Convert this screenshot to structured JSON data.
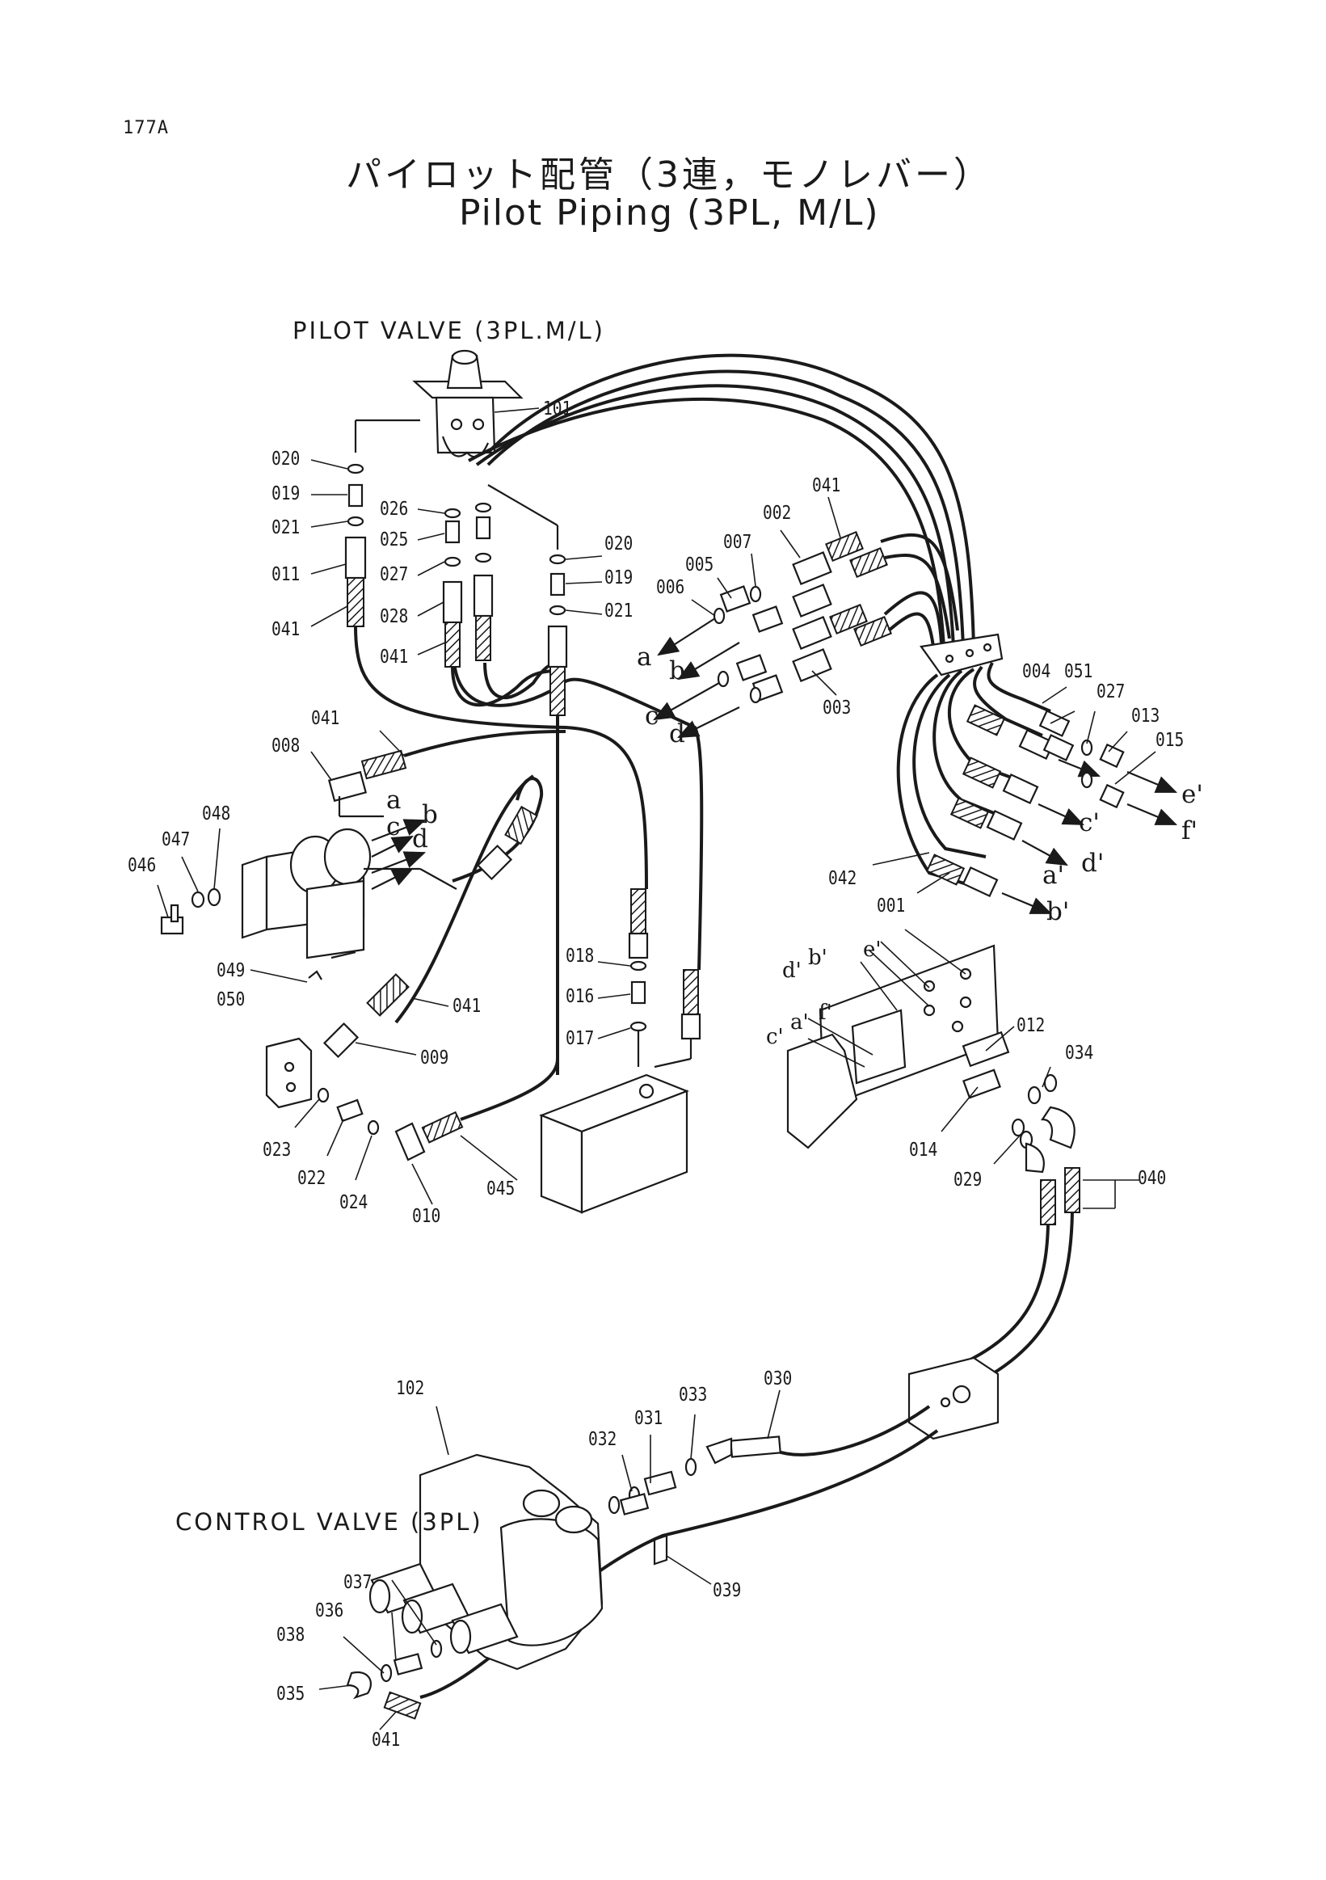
{
  "page_number": "177A",
  "title_ja": "パイロット配管（3連，モノレバー）",
  "title_en": "Pilot Piping (3PL, M/L)",
  "sections": {
    "pilot_valve": "PILOT VALVE (3PL.M/L)",
    "control_valve": "CONTROL VALVE (3PL)"
  },
  "part_numbers": {
    "p101": "101",
    "p020a": "020",
    "p019a": "019",
    "p021a": "021",
    "p011": "011",
    "p041a": "041",
    "p026": "026",
    "p025": "025",
    "p027a": "027",
    "p028": "028",
    "p041b": "041",
    "p020b": "020",
    "p019b": "019",
    "p021b": "021",
    "p041c": "041",
    "p002": "002",
    "p007": "007",
    "p005": "005",
    "p006": "006",
    "p003": "003",
    "p004": "004",
    "p051": "051",
    "p027b": "027",
    "p013": "013",
    "p015": "015",
    "p042": "042",
    "p001": "001",
    "p041d": "041",
    "p008": "008",
    "p048": "048",
    "p047": "047",
    "p046": "046",
    "p049": "049",
    "p050": "050",
    "p041e": "041",
    "p009": "009",
    "p023": "023",
    "p022": "022",
    "p024": "024",
    "p010": "010",
    "p045": "045",
    "p018": "018",
    "p016": "016",
    "p017": "017",
    "p012": "012",
    "p034": "034",
    "p014": "014",
    "p029": "029",
    "p040": "040",
    "p102": "102",
    "p030": "030",
    "p033": "033",
    "p031": "031",
    "p032": "032",
    "p039": "039",
    "p037": "037",
    "p036": "036",
    "p038": "038",
    "p035": "035",
    "p041f": "041"
  },
  "port_labels": {
    "a1": "a",
    "b1": "b",
    "c1": "c",
    "d1": "d",
    "a2": "a",
    "b2": "b",
    "c2": "c",
    "d2": "d",
    "e_p": "e'",
    "f_p": "f'",
    "c_p": "c'",
    "d_p": "d'",
    "a_p": "a'",
    "b_p": "b'",
    "e_p2": "e'",
    "b_p2": "b'",
    "d_p2": "d'",
    "a_p2": "a'",
    "f_p2": "f'",
    "c_p2": "c'"
  }
}
